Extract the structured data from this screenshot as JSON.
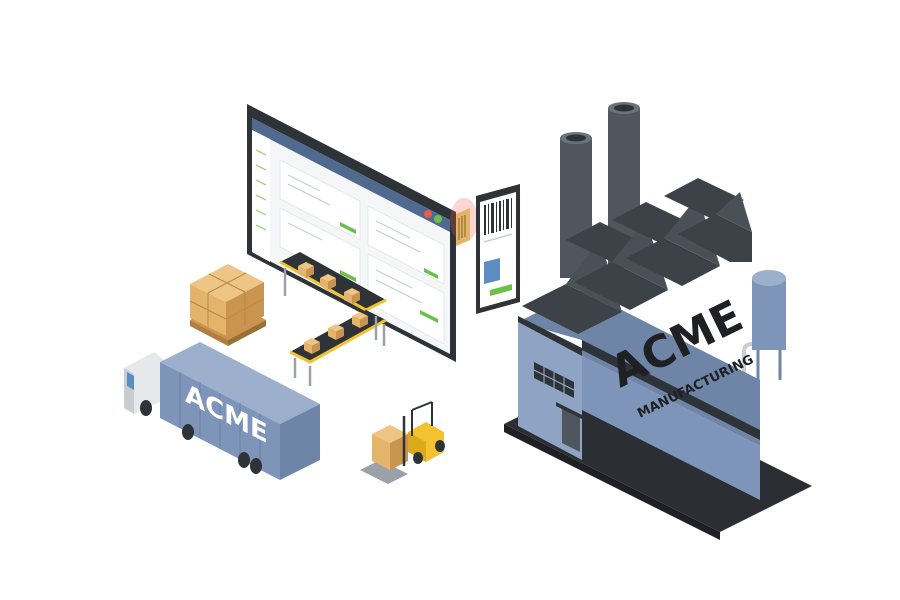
{
  "truck": {
    "brand": "ACME"
  },
  "factory": {
    "brand": "ACME",
    "subtitle": "MANUFACTURING"
  },
  "colors": {
    "steel": "#8FA4C4",
    "steel_dark": "#6F85A8",
    "roof": "#3D4248",
    "ground": "#2B2E33",
    "cardboard": "#E3B46A",
    "cardboard_dark": "#C9954E",
    "forklift": "#F2C230",
    "ui_green": "#6CC04A",
    "scanner_red": "#F05A4A"
  }
}
